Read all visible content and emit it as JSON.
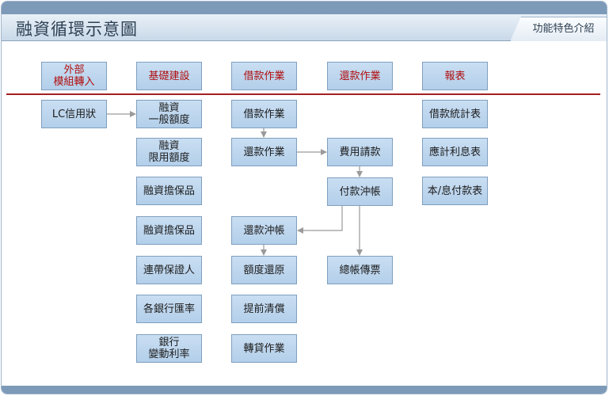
{
  "page": {
    "title": "融資循環示意圖",
    "feature_tab": "功能特色介紹"
  },
  "headers": {
    "external": "外部\n模組轉入",
    "setup": "基礎建設",
    "borrow": "借款作業",
    "repay": "還款作業",
    "report": "報表"
  },
  "col_external": {
    "lc": "LC信用狀"
  },
  "col_setup": {
    "general_quota": "融資\n一般額度",
    "limited_quota": "融資\n限用額度",
    "collateral_1": "融資擔保品",
    "collateral_2": "融資擔保品",
    "guarantor": "連帶保證人",
    "exchange_rate": "各銀行匯率",
    "variable_rate": "銀行\n變動利率"
  },
  "col_borrow": {
    "borrow_op": "借款作業",
    "repay_op": "還款作業",
    "repay_offset": "還款沖帳",
    "quota_restore": "額度還原",
    "early_repay": "提前清償",
    "refinance": "轉貸作業"
  },
  "col_repay": {
    "expense_claim": "費用請款",
    "payment_offset": "付款沖帳",
    "gl_voucher": "總帳傳票"
  },
  "col_report": {
    "borrow_stats": "借款統計表",
    "accrued_interest": "應計利息表",
    "principal_interest": "本/息付款表"
  },
  "colors": {
    "box_fill": "#b3cfea",
    "box_border": "#7f9fbe",
    "header_text": "#b00f0f",
    "divider": "#a42020",
    "arrow": "#9a9a9a"
  }
}
